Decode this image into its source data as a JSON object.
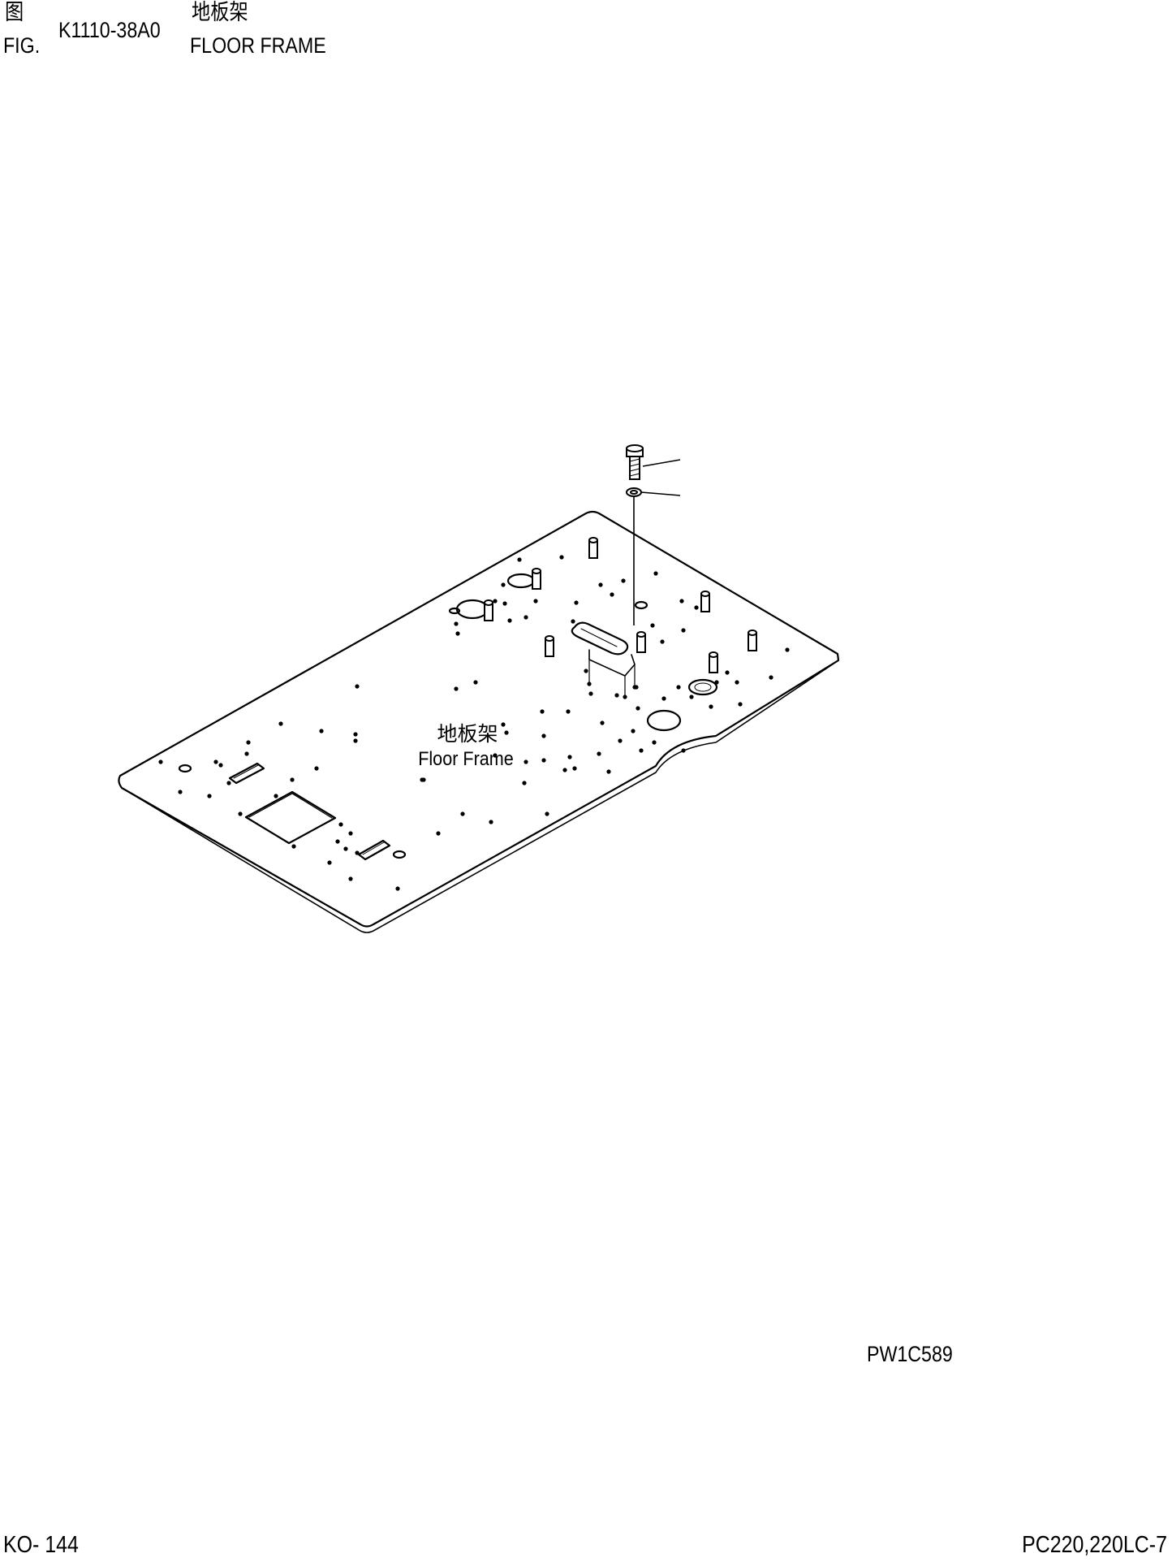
{
  "header": {
    "fig_cjk": "图",
    "fig_label": "FIG.",
    "fig_number": "K1110-38A0",
    "title_cjk": "地板架",
    "title_en": "FLOOR FRAME"
  },
  "drawing": {
    "part_label_cjk": "地板架",
    "part_label_en": "Floor Frame",
    "drawing_code": "PW1C589"
  },
  "footer": {
    "page_code": "KO- 144",
    "model": "PC220,220LC-7"
  }
}
